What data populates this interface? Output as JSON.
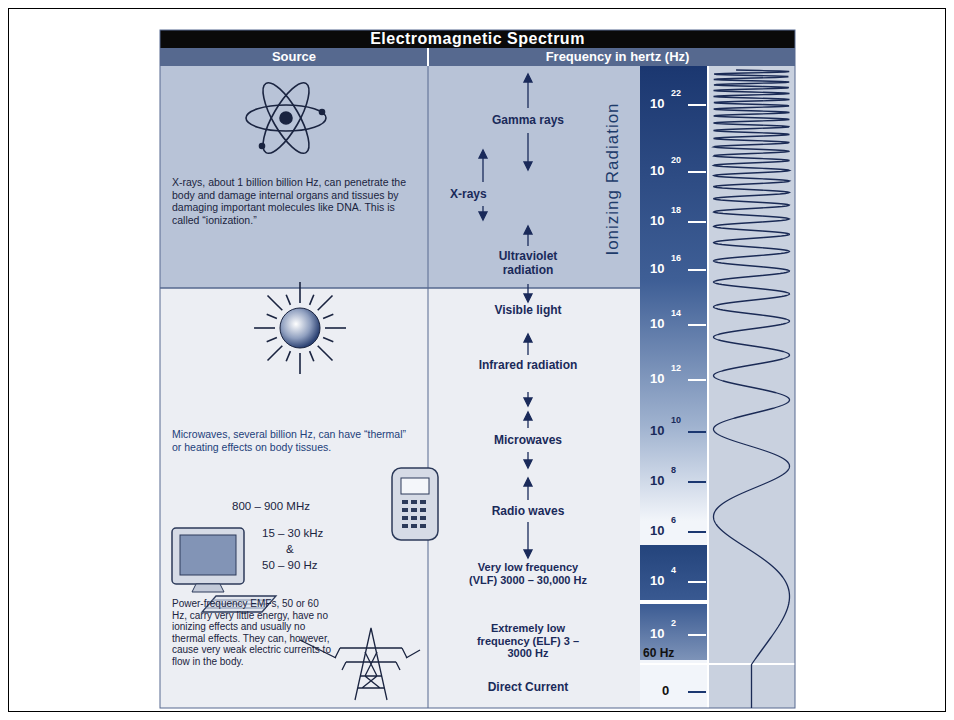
{
  "diagram": {
    "title": "Electromagnetic Spectrum",
    "labels": [
      "Source",
      "Frequency in hertz (Hz)",
      "X-rays, about 1 billion billion Hz, can penetrate the body and damage internal organs and tissues by damaging important molecules like DNA. This is called “ionization.”",
      "Gamma rays",
      "X-rays",
      "Ultraviolet radiation",
      "Ionizing Radiation",
      "Visible light",
      "Infrared radiation",
      "Microwaves",
      "Radio waves",
      "Very low frequency (VLF) 3000 – 30,000 Hz",
      "Extremely low frequency (ELF) 3 – 3000 Hz",
      "Direct Current",
      "Microwaves, several billion Hz, can have “thermal” or heating effects on body tissues.",
      "800 – 900 MHz",
      "15 – 30 kHz",
      "&",
      "50 – 90 Hz",
      "Power-frequency EMFs, 50 or 60 Hz, carry very little energy, have no ionizing effects and usually no thermal effects. They can, however, cause very weak electric currents to flow in the body.",
      "10",
      "22",
      "10",
      "20",
      "10",
      "18",
      "10",
      "16",
      "10",
      "14",
      "10",
      "12",
      "10",
      "10",
      "10",
      "8",
      "10",
      "6",
      "10",
      "4",
      "10",
      "2",
      "60 Hz",
      "0"
    ]
  }
}
